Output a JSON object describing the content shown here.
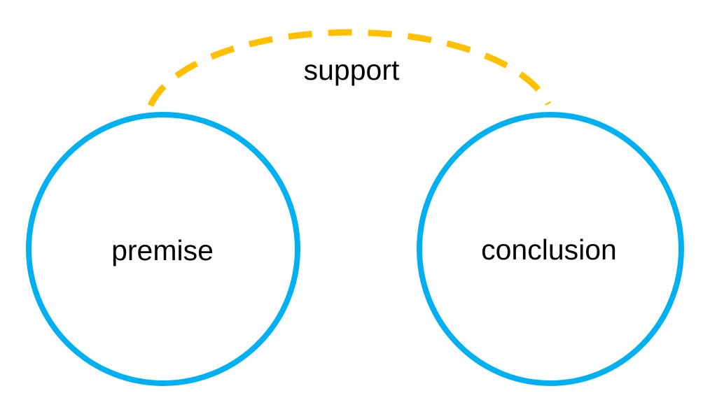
{
  "diagram": {
    "background": "#ffffff",
    "nodes": [
      {
        "id": "premise",
        "label": "premise",
        "shape": "circle"
      },
      {
        "id": "conclusion",
        "label": "conclusion",
        "shape": "circle"
      }
    ],
    "edge": {
      "id": "support",
      "label": "support",
      "style": "dashed-arc",
      "from": "premise",
      "to": "conclusion"
    },
    "colors": {
      "node_stroke": "#00b0f0",
      "edge_stroke": "#ffc000",
      "label_text": "#000000"
    }
  }
}
